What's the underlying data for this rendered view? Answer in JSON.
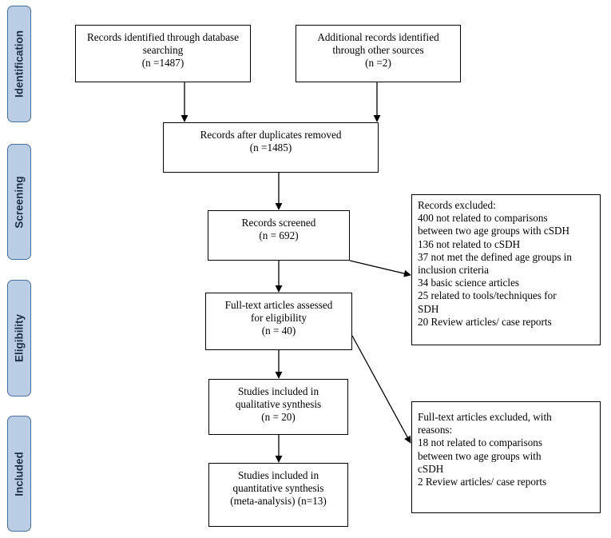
{
  "phases": {
    "identification": "Identification",
    "screening": "Screening",
    "eligibility": "Eligibility",
    "included": "Included"
  },
  "boxes": {
    "db_search": [
      "Records identified through database",
      "searching",
      "(n =1487)"
    ],
    "other_sources": [
      "Additional records identified",
      "through other sources",
      "(n =2)"
    ],
    "duplicates_removed": [
      "Records after duplicates removed",
      "(n =1485)"
    ],
    "screened": [
      "Records screened",
      "(n = 692)"
    ],
    "full_text": [
      "Full-text articles assessed",
      "for eligibility",
      "(n = 40)"
    ],
    "qualitative": [
      "Studies included in",
      "qualitative synthesis",
      "(n = 20)"
    ],
    "quantitative": [
      "Studies included in",
      "quantitative synthesis",
      "(meta-analysis)  (n=13)"
    ],
    "records_excluded": [
      "Records excluded:",
      "400 not related to comparisons",
      "between two age groups with cSDH",
      "136 not related to cSDH",
      "37 not met the defined age groups in",
      "inclusion criteria",
      "34 basic science articles",
      "25 related to tools/techniques for",
      "SDH",
      "20 Review articles/ case reports"
    ],
    "fulltext_excluded": [
      "Full-text articles excluded, with",
      "reasons:",
      "18 not related to comparisons",
      "between two age groups with",
      "cSDH",
      "2 Review articles/ case reports"
    ]
  },
  "colors": {
    "phase_fill": "#b9cde5",
    "phase_border": "#4a6f9a",
    "phase_text": "#1b2d44",
    "box_border": "#000000"
  }
}
